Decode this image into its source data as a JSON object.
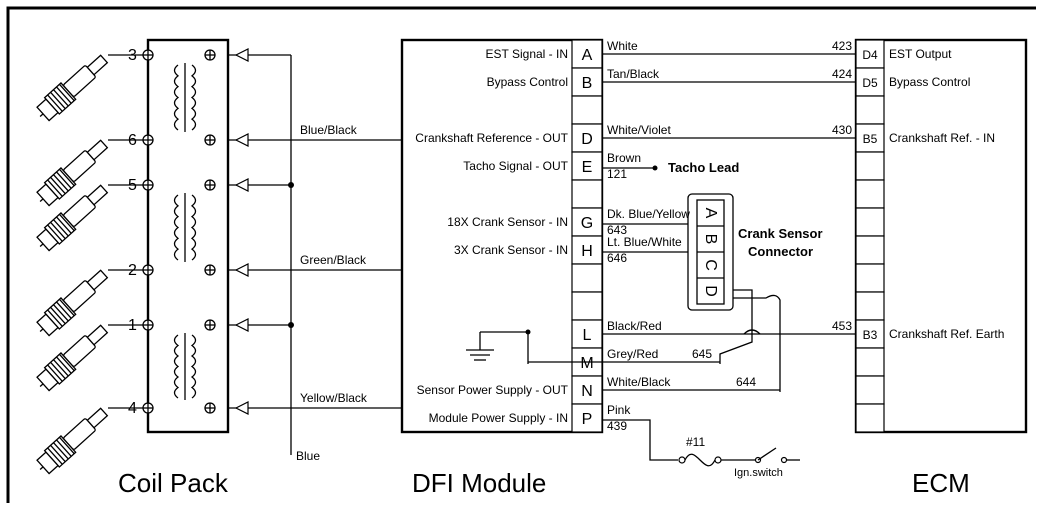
{
  "titles": {
    "coil_pack": "Coil Pack",
    "dfi_module": "DFI Module",
    "ecm": "ECM"
  },
  "coil_pack": {
    "terminals": [
      "3",
      "6",
      "5",
      "2",
      "1",
      "4"
    ],
    "wires": {
      "blue_black": "Blue/Black",
      "green_black": "Green/Black",
      "yellow_black": "Yellow/Black",
      "blue": "Blue"
    }
  },
  "dfi": {
    "pins": [
      {
        "letter": "A",
        "label": "EST Signal - IN",
        "wire": "White",
        "circuit": "423"
      },
      {
        "letter": "B",
        "label": "Bypass Control",
        "wire": "Tan/Black",
        "circuit": "424"
      },
      {
        "letter": "",
        "label": "",
        "wire": "",
        "circuit": ""
      },
      {
        "letter": "D",
        "label": "Crankshaft Reference - OUT",
        "wire": "White/Violet",
        "circuit": "430"
      },
      {
        "letter": "E",
        "label": "Tacho Signal - OUT",
        "wire": "Brown",
        "circuit": "121"
      },
      {
        "letter": "",
        "label": "",
        "wire": "",
        "circuit": ""
      },
      {
        "letter": "G",
        "label": "18X Crank Sensor - IN",
        "wire": "Dk. Blue/Yellow",
        "circuit": "643"
      },
      {
        "letter": "H",
        "label": "3X Crank Sensor - IN",
        "wire": "Lt. Blue/White",
        "circuit": "646"
      },
      {
        "letter": "",
        "label": "",
        "wire": "",
        "circuit": ""
      },
      {
        "letter": "",
        "label": "",
        "wire": "",
        "circuit": ""
      },
      {
        "letter": "L",
        "label": "",
        "wire": "Black/Red",
        "circuit": "453"
      },
      {
        "letter": "M",
        "label": "",
        "wire": "Grey/Red",
        "circuit": "645"
      },
      {
        "letter": "N",
        "label": "Sensor Power Supply - OUT",
        "wire": "White/Black",
        "circuit": "644"
      },
      {
        "letter": "P",
        "label": "Module Power Supply - IN",
        "wire": "Pink",
        "circuit": "439"
      }
    ]
  },
  "ecm": {
    "pins": [
      {
        "code": "D4",
        "label": "EST Output"
      },
      {
        "code": "D5",
        "label": "Bypass Control"
      },
      {
        "code": "",
        "label": ""
      },
      {
        "code": "B5",
        "label": "Crankshaft Ref. - IN"
      },
      {
        "code": "",
        "label": ""
      },
      {
        "code": "",
        "label": ""
      },
      {
        "code": "",
        "label": ""
      },
      {
        "code": "",
        "label": ""
      },
      {
        "code": "",
        "label": ""
      },
      {
        "code": "",
        "label": ""
      },
      {
        "code": "B3",
        "label": "Crankshaft Ref. Earth"
      },
      {
        "code": "",
        "label": ""
      },
      {
        "code": "",
        "label": ""
      },
      {
        "code": "",
        "label": ""
      }
    ]
  },
  "tacho_lead": "Tacho Lead",
  "crank_sensor": {
    "title_line1": "Crank Sensor",
    "title_line2": "Connector",
    "pins": [
      "A",
      "B",
      "C",
      "D"
    ]
  },
  "fuse": "#11",
  "ign_switch": "Ign.switch"
}
